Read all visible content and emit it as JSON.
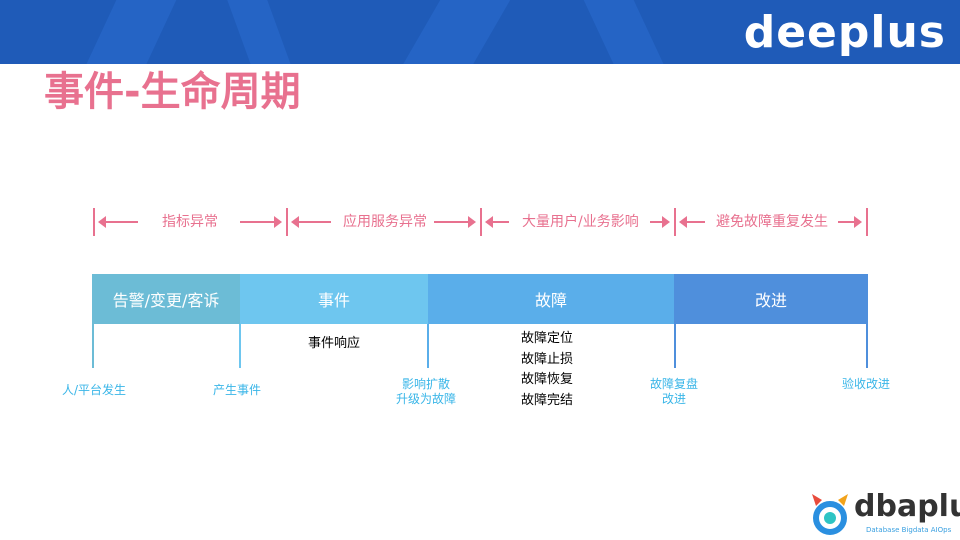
{
  "header": {
    "brand": "deeplus",
    "color": "#1f5bb8"
  },
  "title": "事件-生命周期",
  "ranges": [
    {
      "label": "指标异常"
    },
    {
      "label": "应用服务异常"
    },
    {
      "label": "大量用户/业务影响"
    },
    {
      "label": "避免故障重复发生"
    }
  ],
  "segments": [
    {
      "label": "告警/变更/客诉",
      "color": "#6cbcd6"
    },
    {
      "label": "事件",
      "color": "#6ec6ef"
    },
    {
      "label": "故障",
      "color": "#5aaeea"
    },
    {
      "label": "改进",
      "color": "#4f8fdc"
    }
  ],
  "sub_items": {
    "event": [
      "事件响应"
    ],
    "fault": [
      "故障定位",
      "故障止损",
      "故障恢复",
      "故障完结"
    ]
  },
  "milestones": [
    {
      "lines": [
        "人/平台发生"
      ]
    },
    {
      "lines": [
        "产生事件"
      ]
    },
    {
      "lines": [
        "影响扩散",
        "升级为故障"
      ]
    },
    {
      "lines": [
        "故障复盘",
        "改进"
      ]
    },
    {
      "lines": [
        "验收改进"
      ]
    }
  ],
  "logo": {
    "name": "dbaplus",
    "tagline": "Database  Bigdata  AIOps"
  },
  "colors": {
    "accent": "#e8718f",
    "milestone": "#3ab6e8"
  }
}
